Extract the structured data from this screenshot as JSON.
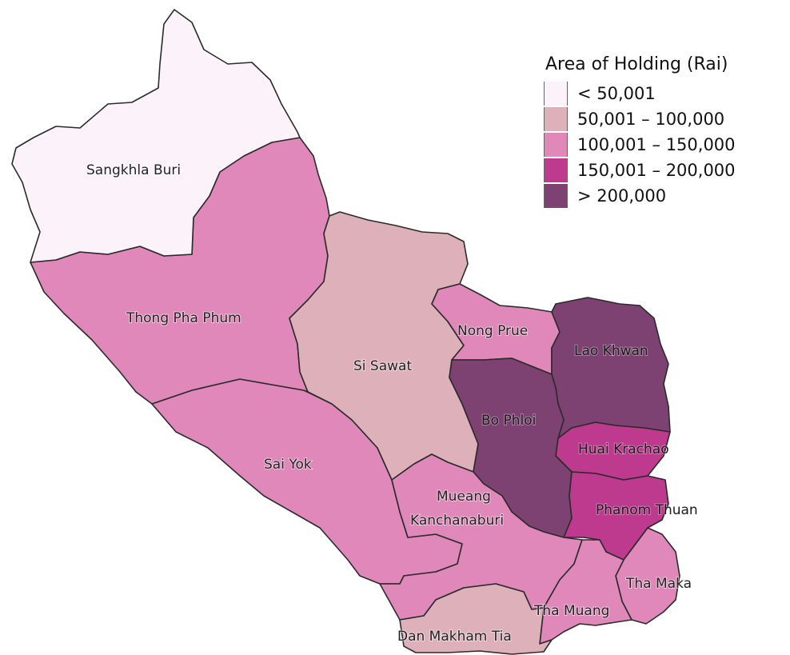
{
  "legend": {
    "title": "Area of Holding (Rai)",
    "classes": [
      {
        "label": "<  50,001",
        "color": "#fcf3fa"
      },
      {
        "label": "50,001 – 100,000",
        "color": "#deb1ba"
      },
      {
        "label": "100,001 – 150,000",
        "color": "#df88b9"
      },
      {
        "label": "150,001 – 200,000",
        "color": "#bd3a8f"
      },
      {
        "label": ">  200,000",
        "color": "#7e4272"
      }
    ]
  },
  "districts": [
    {
      "id": "sangkhla-buri",
      "name": "Sangkhla Buri",
      "class": 0
    },
    {
      "id": "thong-pha-phum",
      "name": "Thong Pha Phum",
      "class": 2
    },
    {
      "id": "si-sawat",
      "name": "Si Sawat",
      "class": 1
    },
    {
      "id": "sai-yok",
      "name": "Sai Yok",
      "class": 2
    },
    {
      "id": "nong-prue",
      "name": "Nong Prue",
      "class": 2
    },
    {
      "id": "lao-khwan",
      "name": "Lao Khwan",
      "class": 4
    },
    {
      "id": "bo-phloi",
      "name": "Bo Phloi",
      "class": 4
    },
    {
      "id": "huai-krachao",
      "name": "Huai Krachao",
      "class": 3
    },
    {
      "id": "phanom-thuan",
      "name": "Phanom Thuan",
      "class": 3
    },
    {
      "id": "mueang-kanchanaburi",
      "name_line1": "Mueang",
      "name_line2": "Kanchanaburi",
      "class": 2
    },
    {
      "id": "tha-maka",
      "name": "Tha Maka",
      "class": 2
    },
    {
      "id": "tha-muang",
      "name": "Tha Muang",
      "class": 2
    },
    {
      "id": "dan-makham-tia",
      "name": "Dan Makham Tia",
      "class": 1
    }
  ]
}
